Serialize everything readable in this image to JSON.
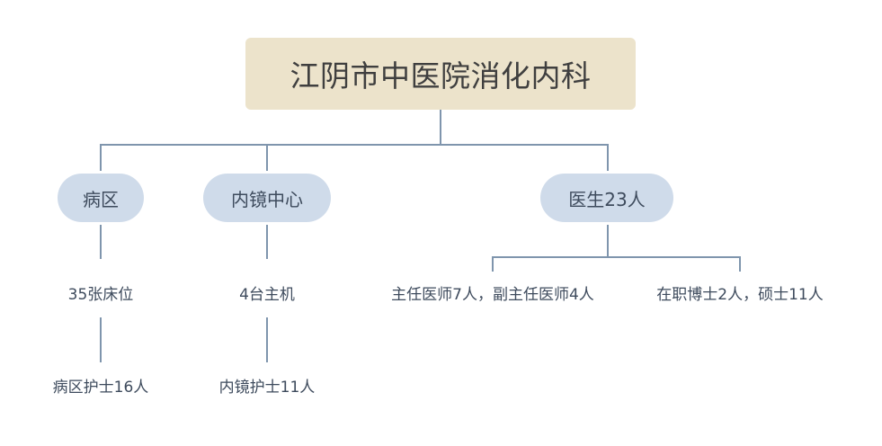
{
  "root": {
    "label": "江阴市中医院消化内科"
  },
  "branches": [
    {
      "label": "病区",
      "children": [
        "35张床位",
        "病区护士16人"
      ]
    },
    {
      "label": "内镜中心",
      "children": [
        "4台主机",
        "内镜护士11人"
      ]
    },
    {
      "label": "医生23人",
      "children": [
        "主任医师7人，副主任医师4人",
        "在职博士2人，硕士11人"
      ]
    }
  ],
  "colors": {
    "root_fill": "#ece3cb",
    "node_fill": "#cfdbea",
    "connector": "#7f95ad",
    "text": "#3e4b5d"
  }
}
